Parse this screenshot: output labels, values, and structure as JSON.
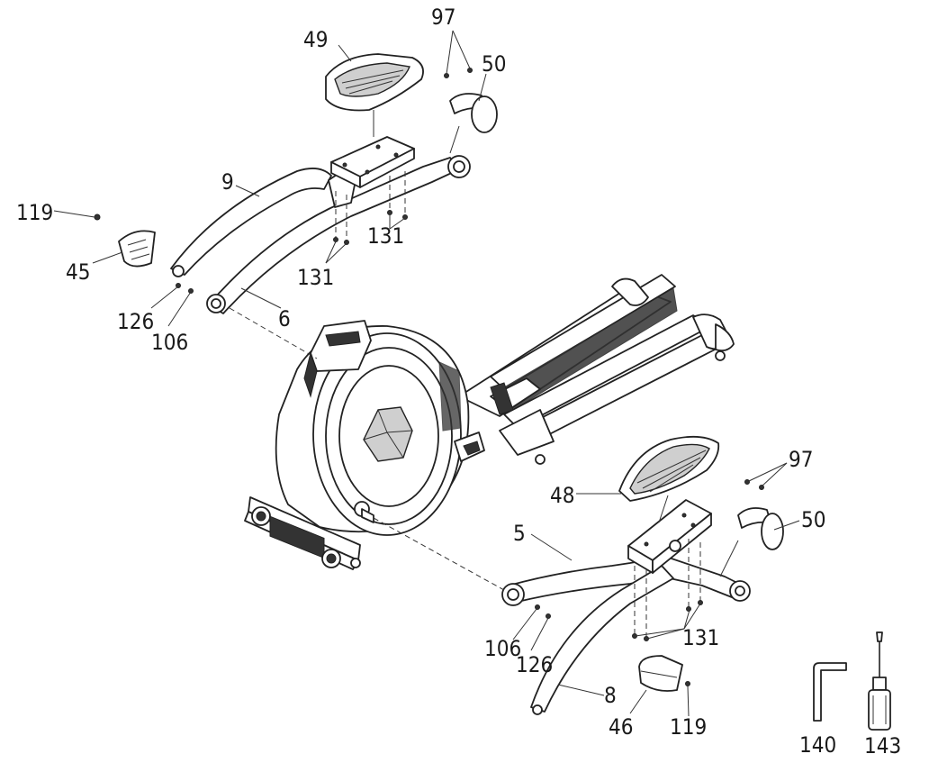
{
  "callouts": {
    "l97_top": "97",
    "l49": "49",
    "l50_top": "50",
    "l9": "9",
    "l119_left": "119",
    "l45": "45",
    "l131_a": "131",
    "l131_b": "131",
    "l126_left": "126",
    "l106_left": "106",
    "l6": "6",
    "l97_right": "97",
    "l48": "48",
    "l50_right": "50",
    "l5": "5",
    "l131_c": "131",
    "l106_right": "106",
    "l126_right": "126",
    "l8": "8",
    "l46": "46",
    "l119_right": "119",
    "l140": "140",
    "l143": "143"
  }
}
